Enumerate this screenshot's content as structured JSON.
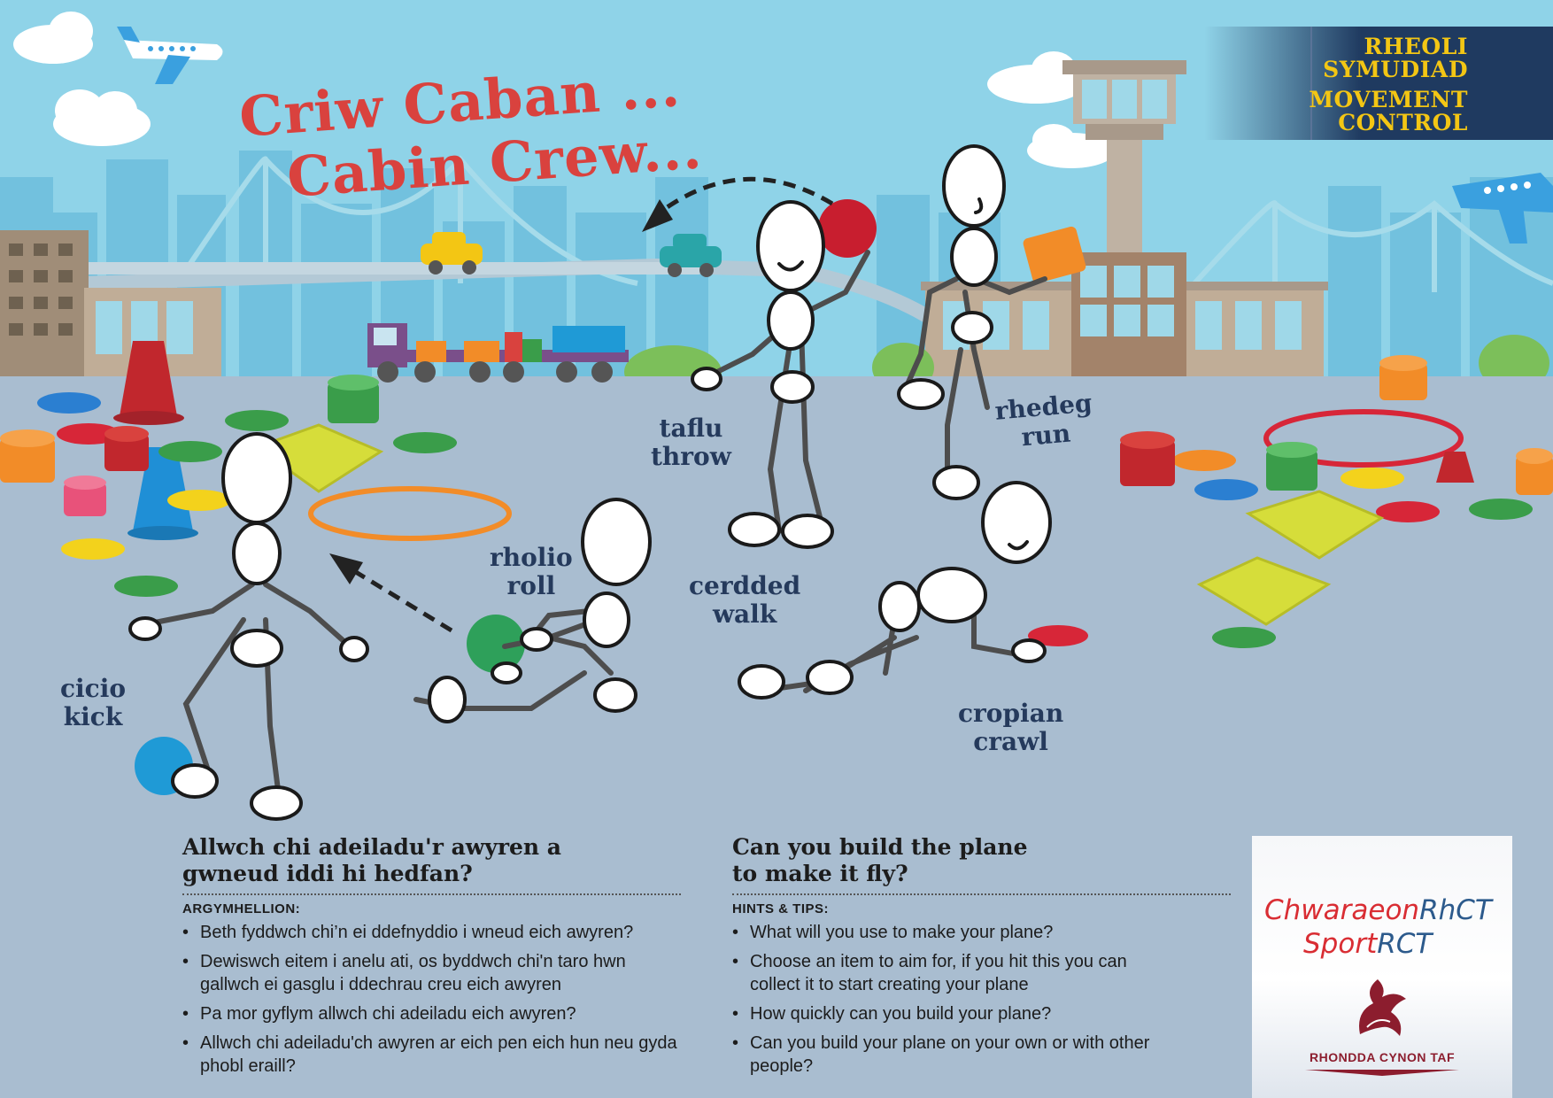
{
  "banner": {
    "welsh": [
      "RHEOLI",
      "SYMUDIAD"
    ],
    "english": [
      "MOVEMENT",
      "CONTROL"
    ]
  },
  "title": {
    "welsh": "Criw Caban ...",
    "english": "Cabin Crew..."
  },
  "activities": [
    {
      "id": "throw",
      "welsh": "taflu",
      "english": "throw"
    },
    {
      "id": "run",
      "welsh": "rhedeg",
      "english": "run"
    },
    {
      "id": "roll",
      "welsh": "rholio",
      "english": "roll"
    },
    {
      "id": "walk",
      "welsh": "cerdded",
      "english": "walk"
    },
    {
      "id": "kick",
      "welsh": "cicio",
      "english": "kick"
    },
    {
      "id": "crawl",
      "welsh": "cropian",
      "english": "crawl"
    }
  ],
  "welsh_panel": {
    "heading": [
      "Allwch chi adeiladu'r awyren a",
      "gwneud iddi hi hedfan?"
    ],
    "hints_label": "ARGYMHELLION:",
    "tips": [
      "Beth fyddwch chi’n ei ddefnyddio i wneud eich awyren?",
      "Dewiswch eitem i anelu ati, os byddwch chi'n taro hwn gallwch ei gasglu i ddechrau creu eich awyren",
      "Pa mor gyflym allwch chi adeiladu eich awyren?",
      "Allwch chi adeiladu'ch awyren ar eich pen eich hun neu gyda phobl eraill?"
    ]
  },
  "english_panel": {
    "heading": [
      "Can you build the plane",
      "to make it fly?"
    ],
    "hints_label": "HINTS & TIPS:",
    "tips": [
      "What will you use to make your plane?",
      "Choose an item to aim for, if you hit this you can collect it to start creating your plane",
      "How quickly can you build your plane?",
      "Can you build your plane on your own or with other people?"
    ]
  },
  "bullet": "•",
  "logo": {
    "line1_a": "Chwaraeon",
    "line1_b": "RhCT",
    "line2_a": "Sport",
    "line2_b": "RCT",
    "org": "RHONDDA CYNON TAF"
  },
  "colors": {
    "sky": "#8fd3e8",
    "ground": "#a9bdd0",
    "title_red": "#d9423e",
    "navy": "#253a5c",
    "banner": "#1f3a60",
    "banner_text": "#f3c614",
    "rct_red": "#d92d33",
    "rct_blue": "#2c5a8c",
    "rct_maroon": "#8c1d2e"
  }
}
